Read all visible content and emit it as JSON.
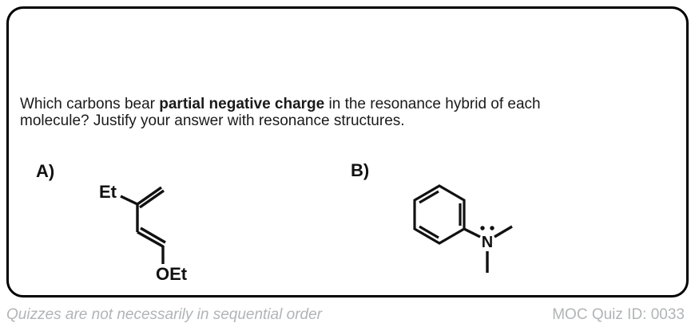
{
  "quiz_box": {
    "border_color": "#000000",
    "background": "#ffffff"
  },
  "question": {
    "line1_pre": "Which carbons bear ",
    "line1_bold": "partial negative charge",
    "line1_post": " in the resonance hybrid of each",
    "line2": "molecule? Justify your answer with resonance structures."
  },
  "molecules": {
    "a": {
      "label": "A)",
      "top_substituent": "Et",
      "bottom_substituent": "OEt"
    },
    "b": {
      "label": "B)",
      "heteroatom": "N"
    }
  },
  "footer": {
    "note": "Quizzes are not necessarily in sequential order",
    "quiz_id": "MOC Quiz ID: 0033",
    "text_color": "#b1b4b6"
  }
}
